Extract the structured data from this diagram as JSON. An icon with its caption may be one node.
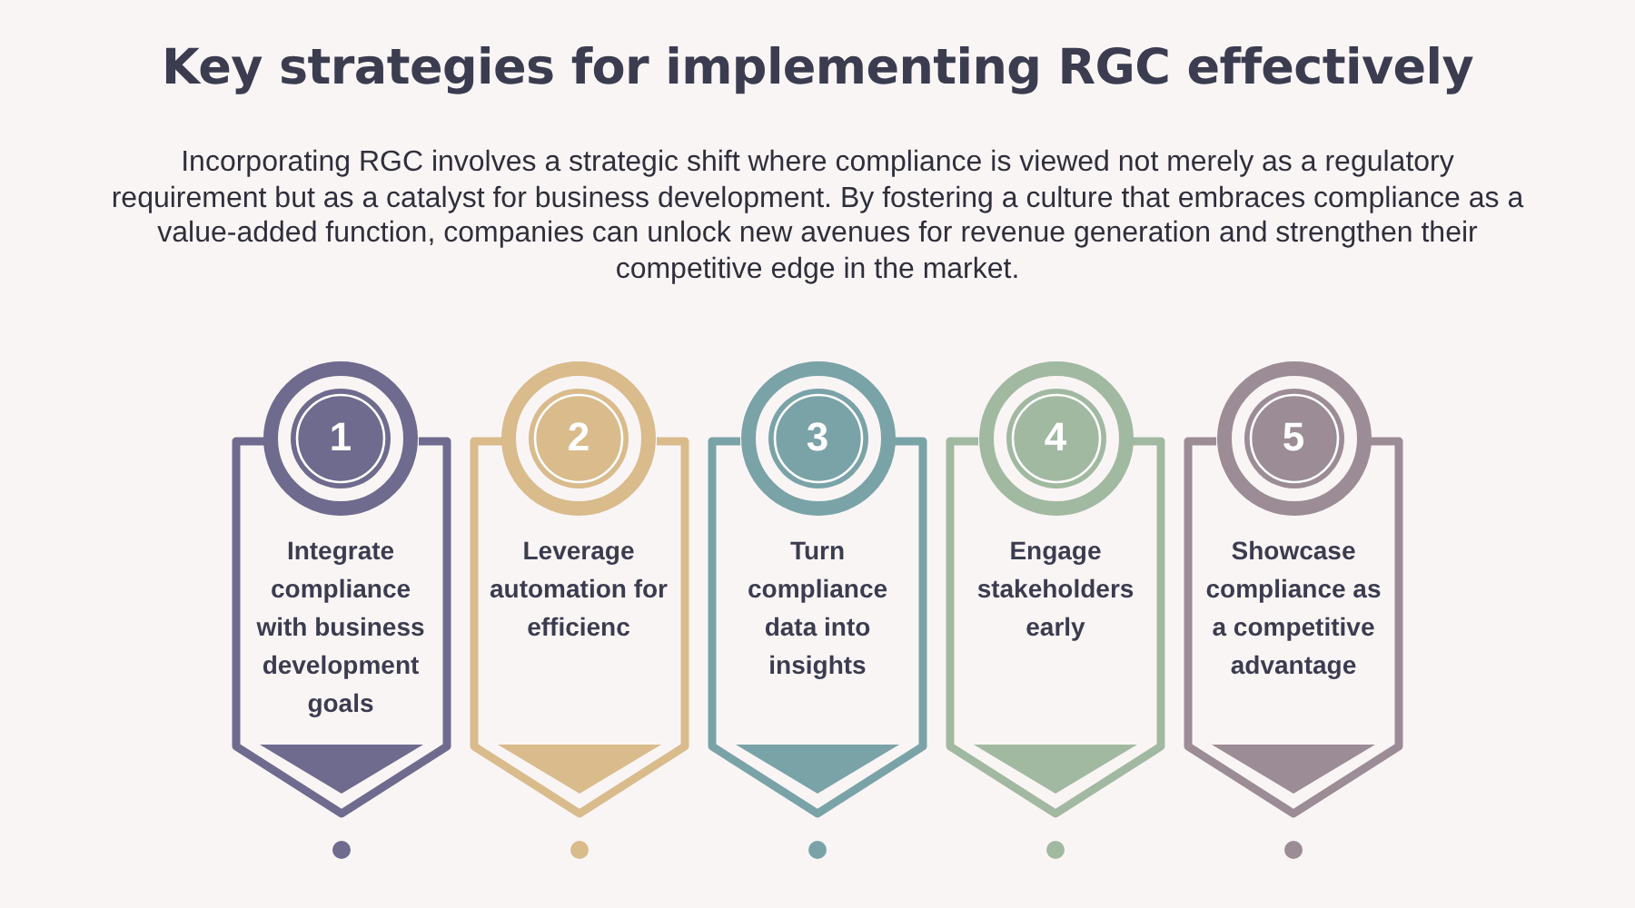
{
  "diagram": {
    "title": "Key strategies for implementing RGC effectively",
    "nodes": [
      {
        "text": [
          "1",
          "Integrate compliance with business development goals"
        ]
      },
      {
        "text": [
          "2",
          "Leverage automation for efficienc"
        ]
      },
      {
        "text": [
          "3",
          "Turn compliance data into insights"
        ]
      },
      {
        "text": [
          "4",
          "Engage stakeholders early"
        ]
      },
      {
        "text": [
          "5",
          "Showcase compliance as a competitive advantage"
        ]
      }
    ],
    "labels": [
      "Incorporating RGC involves a strategic shift where compliance is viewed not merely as a regulatory requirement but as a catalyst for business development. By fostering a culture that embraces compliance as a value-added function, companies can unlock new avenues for revenue generation and strengthen their competitive edge in the market."
    ]
  }
}
